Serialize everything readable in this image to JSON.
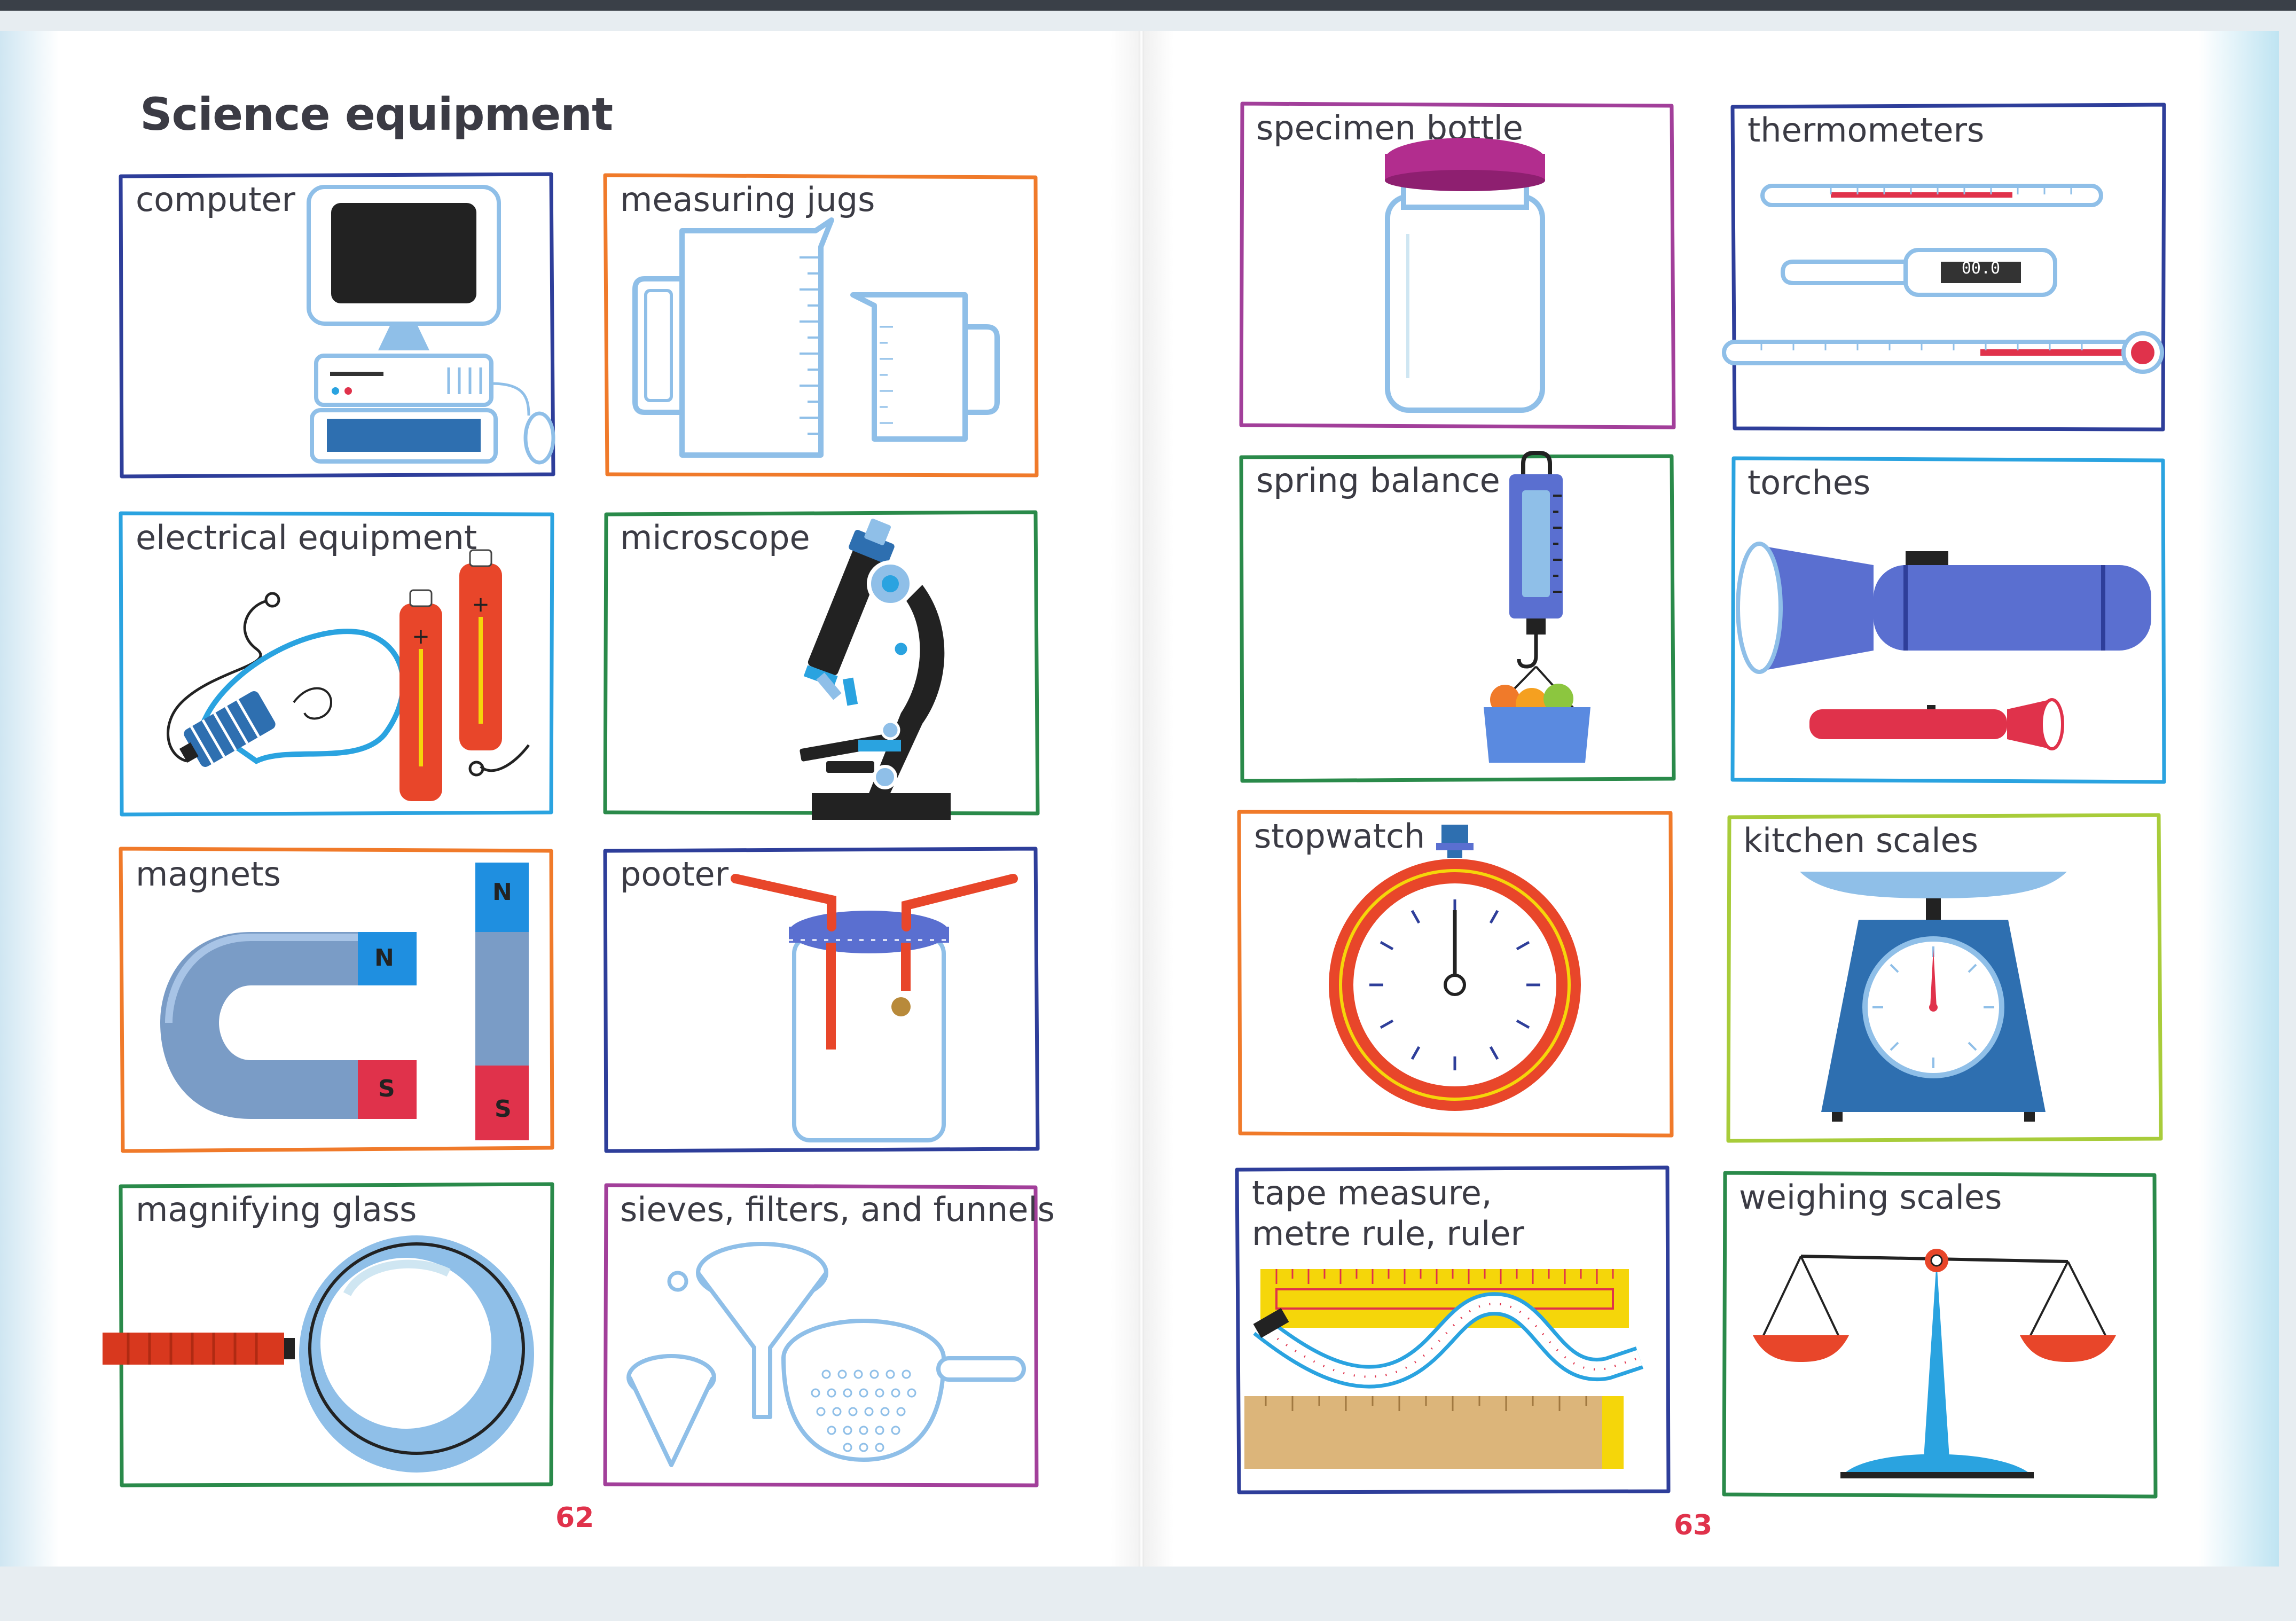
{
  "heading": "Science equipment",
  "page_numbers": {
    "left": "62",
    "right": "63"
  },
  "cards": {
    "computer": {
      "label": "computer",
      "frame_color": "#2e3e9a"
    },
    "measuring_jugs": {
      "label": "measuring jugs",
      "frame_color": "#f07a2a"
    },
    "electrical_equipment": {
      "label": "electrical equipment",
      "frame_color": "#2aa3e0"
    },
    "microscope": {
      "label": "microscope",
      "frame_color": "#2a8a4a"
    },
    "magnets": {
      "label": "magnets",
      "frame_color": "#f07a2a",
      "north_label": "N",
      "south_label": "S"
    },
    "pooter": {
      "label": "pooter",
      "frame_color": "#2e3e9a"
    },
    "magnifying_glass": {
      "label": "magnifying glass",
      "frame_color": "#2a8a4a"
    },
    "sieves_filters_funnels": {
      "label": "sieves, filters, and funnels",
      "frame_color": "#a23f9a"
    },
    "specimen_bottle": {
      "label": "specimen bottle",
      "frame_color": "#a23f9a"
    },
    "thermometers": {
      "label": "thermometers",
      "frame_color": "#2e3e9a",
      "digital_readout": "00.0"
    },
    "spring_balance": {
      "label": "spring balance",
      "frame_color": "#2a8a4a"
    },
    "torches": {
      "label": "torches",
      "frame_color": "#2aa3e0"
    },
    "stopwatch": {
      "label": "stopwatch",
      "frame_color": "#f07a2a"
    },
    "kitchen_scales": {
      "label": "kitchen scales",
      "frame_color": "#a8cc3a"
    },
    "tape_measure": {
      "label_line1": "tape measure,",
      "label_line2": "metre rule, ruler",
      "frame_color": "#2e3e9a"
    },
    "weighing_scales": {
      "label": "weighing scales",
      "frame_color": "#2a8a4a"
    }
  }
}
